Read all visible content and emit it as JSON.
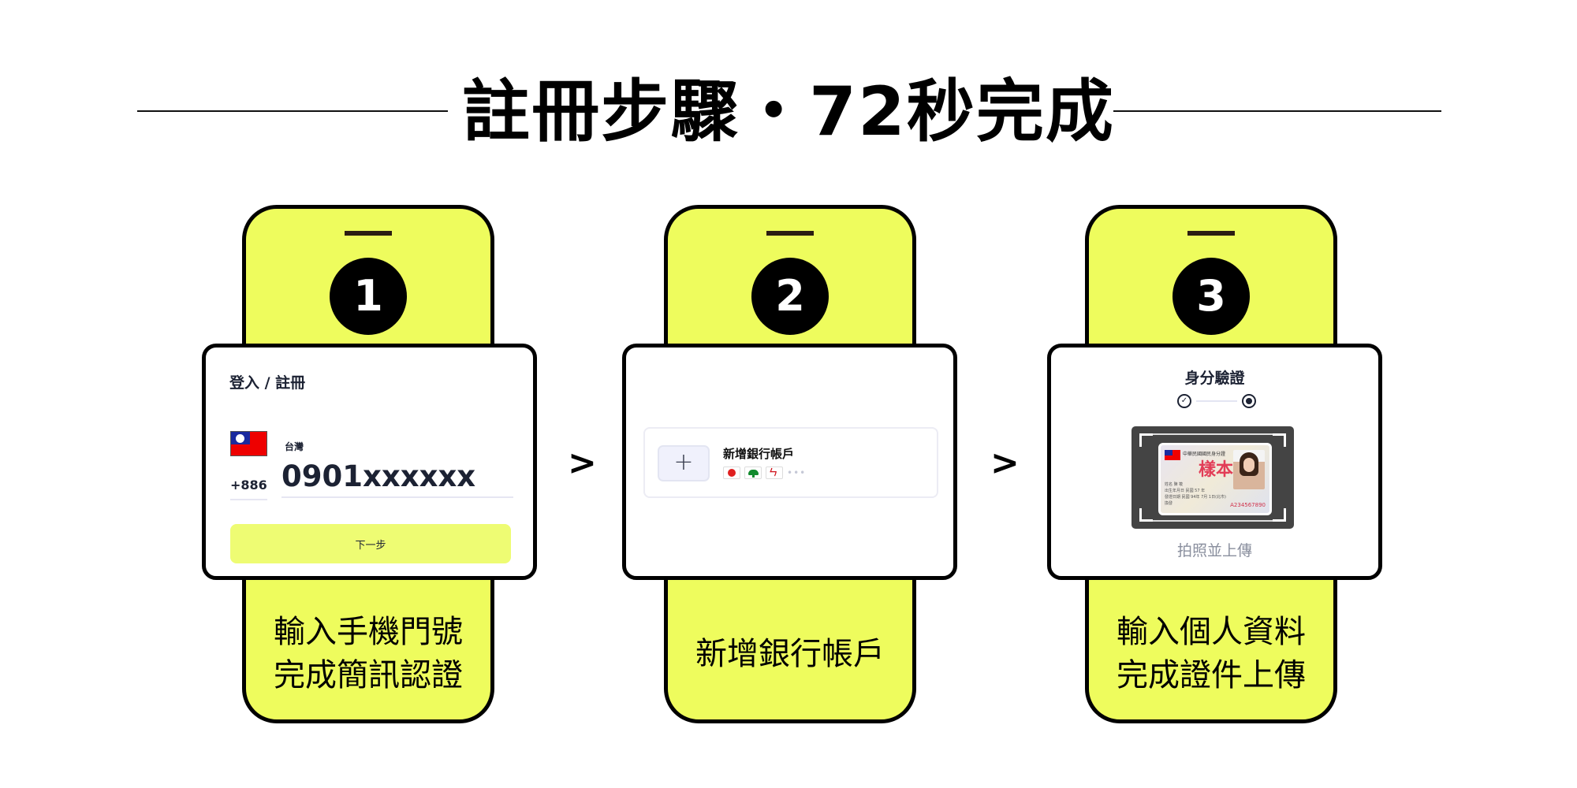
{
  "header": {
    "title": "註冊步驟・72秒完成"
  },
  "colors": {
    "phone_fill": "#eefc5d",
    "button_fill": "#eefc73",
    "outline": "#000000",
    "text_dark": "#1c2233",
    "muted_text": "#8a8f9e"
  },
  "steps": [
    {
      "number": "1",
      "caption_line1": "輸入手機門號",
      "caption_line2": "完成簡訊認證",
      "screen": {
        "title": "登入 / 註冊",
        "country_flag": "taiwan-flag-icon",
        "country_name": "台灣",
        "dial_code": "+886",
        "phone_value": "0901xxxxxx",
        "next_button": "下一步"
      }
    },
    {
      "number": "2",
      "caption": "新增銀行帳戶",
      "screen": {
        "add_icon": "plus-icon",
        "title": "新增銀行帳戶",
        "bank_logos": [
          "bank-logo-red-circle-icon",
          "bank-logo-green-tree-icon",
          "bank-logo-red-symbol-icon"
        ],
        "bank_logo_3_text": "ㄣ",
        "more": "•••"
      }
    },
    {
      "number": "3",
      "caption_line1": "輸入個人資料",
      "caption_line2": "完成證件上傳",
      "screen": {
        "title": "身分驗證",
        "stepper_done_icon": "check-circle-icon",
        "stepper_current_icon": "radio-current-icon",
        "id_card_header": "中華民國國民身分證",
        "id_card_stamp": "樣本",
        "id_card_number": "A234567890",
        "id_card_field_lines": [
          "姓名 陳 筱",
          "出生年月日 民國 57 年",
          "發證日期 民國 94年 7月 1日(北市)換發"
        ],
        "upload_label": "拍照並上傳"
      }
    }
  ],
  "arrows": [
    ">",
    ">"
  ]
}
